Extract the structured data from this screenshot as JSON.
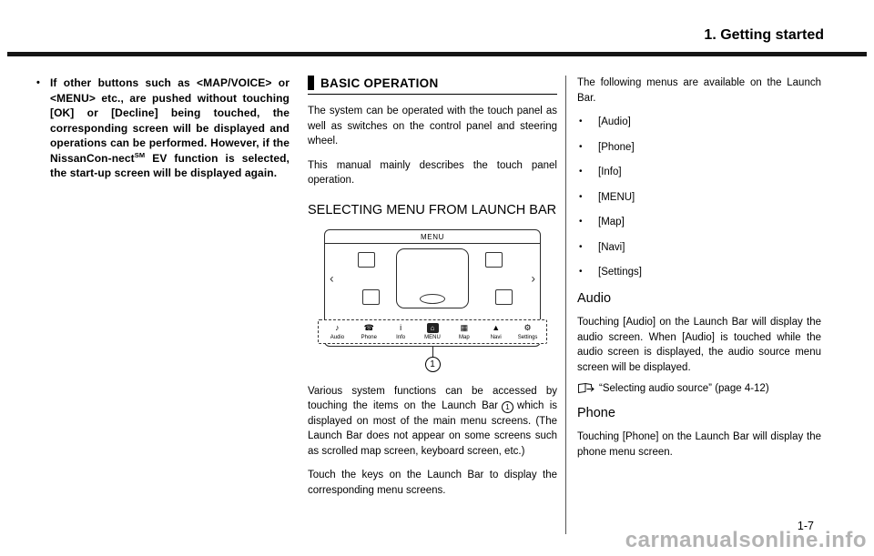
{
  "header": {
    "title": "1. Getting started"
  },
  "left_column": {
    "bullet": "•",
    "note_part1": "If other buttons such as <MAP/VOICE> or <MENU> etc., are pushed without touching [OK] or [Decline] being touched, the corresponding screen will be displayed and operations can be performed. However, if the NissanCon-",
    "note_part2": "nect",
    "note_sup": "SM",
    "note_part3": " EV function is selected, the start-up screen will be displayed again."
  },
  "middle_column": {
    "section_heading": "BASIC OPERATION",
    "para1": "The system can be operated with the touch panel as well as switches on the control panel and steering wheel.",
    "para2": "This manual mainly describes the touch panel operation.",
    "subheading": "SELECTING MENU FROM LAUNCH BAR",
    "illustration": {
      "screen_title": "MENU",
      "left_chevron": "‹",
      "right_chevron": "›",
      "launch_bar_items": [
        {
          "label": "Audio",
          "glyph": "♪"
        },
        {
          "label": "Phone",
          "glyph": "☎"
        },
        {
          "label": "Info",
          "glyph": "i"
        },
        {
          "label": "MENU",
          "glyph": "⌂"
        },
        {
          "label": "Map",
          "glyph": "▦"
        },
        {
          "label": "Navi",
          "glyph": "▲"
        },
        {
          "label": "Settings",
          "glyph": "⚙"
        }
      ],
      "callout_number": "1"
    },
    "para3_part1": "Various system functions can be accessed by touching the items on the Launch Bar",
    "para3_callout": "1",
    "para3_part2": "which is displayed on most of the main menu screens. (The Launch Bar does not appear on some screens such as scrolled map screen, keyboard screen, etc.)",
    "para4": "Touch the keys on the Launch Bar to display the corresponding menu screens."
  },
  "right_column": {
    "intro": "The following menus are available on the Launch Bar.",
    "menu_bullet": "•",
    "menu_items": [
      "[Audio]",
      "[Phone]",
      "[Info]",
      "[MENU]",
      "[Map]",
      "[Navi]",
      "[Settings]"
    ],
    "audio_heading": "Audio",
    "audio_text": "Touching [Audio] on the Launch Bar will display the audio screen. When [Audio] is touched while the audio screen is displayed, the audio source menu screen will be displayed.",
    "audio_reference": "“Selecting audio source” (page 4-12)",
    "phone_heading": "Phone",
    "phone_text": "Touching [Phone] on the Launch Bar will display the phone menu screen."
  },
  "footer": {
    "page_number": "1-7",
    "watermark": "carmanualsonline.info"
  }
}
